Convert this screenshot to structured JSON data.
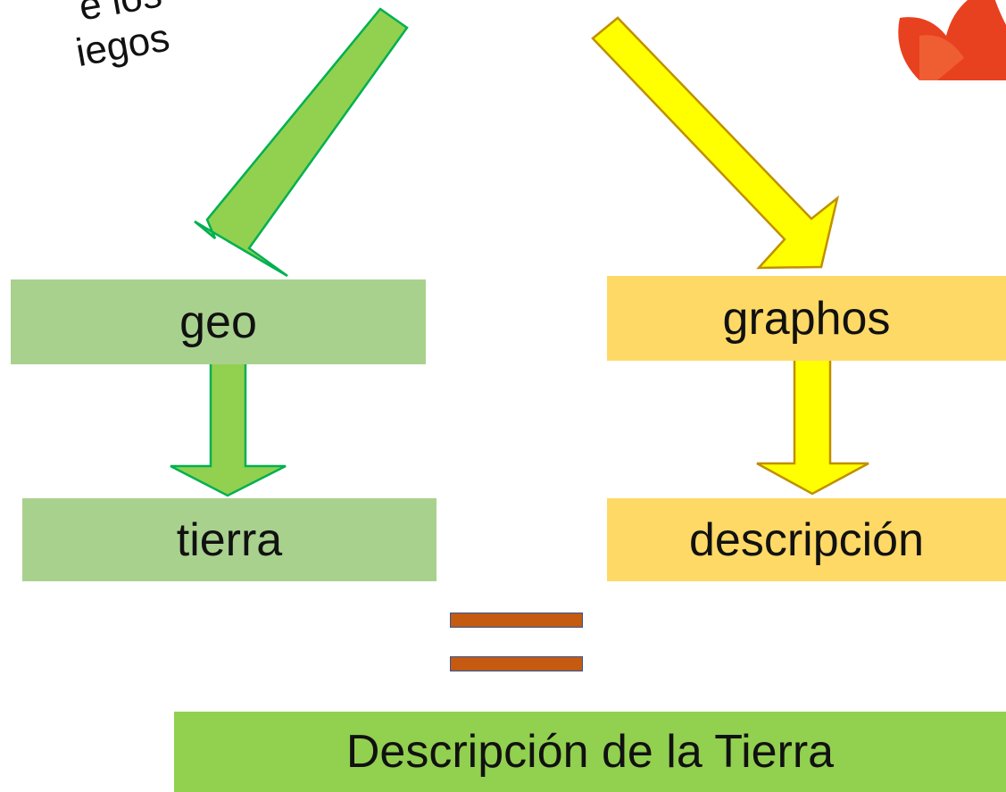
{
  "intro_text": {
    "line1": "e los",
    "line2": "iegos"
  },
  "boxes": {
    "geo": "geo",
    "graphos": "graphos",
    "tierra": "tierra",
    "descripcion": "descripción",
    "result": "Descripción de la Tierra"
  },
  "symbols": {
    "equals": "="
  },
  "colors": {
    "arrow_green": "#92d050",
    "arrow_green_border": "#00b050",
    "arrow_yellow": "#ffff00",
    "arrow_yellow_border": "#bf9000",
    "box_green_light": "#a9d18e",
    "box_yellow_light": "#ffd966",
    "box_green_strong": "#92d050",
    "equals_fill": "#c55a11",
    "equals_border": "#2f5597",
    "flower": "#e8411f"
  }
}
